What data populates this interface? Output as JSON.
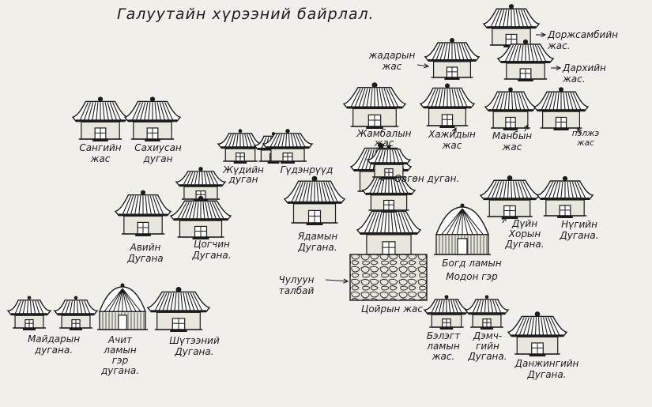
{
  "title": "Галуутайн хүрээний байрлал.",
  "colors": {
    "paper": "#f1efe9",
    "ink": "#1c1c1c",
    "wall": "#e9e6de"
  },
  "labels": {
    "sangiin": [
      "Сангийн",
      "жас"
    ],
    "sakhiusan": [
      "Сахиусан",
      "дуган"
    ],
    "zhudiin": [
      "Жүдийн",
      "дуган"
    ],
    "gudenruud": [
      "Гүдэнрүүд"
    ],
    "dorjsambuu": [
      "Доржсамбийн",
      "жас."
    ],
    "darkhiin": [
      "Дархийн",
      "жас."
    ],
    "zhadaryn": [
      "жадарын",
      "жас"
    ],
    "zhambalyn": [
      "Жамбалын",
      "жас"
    ],
    "khazhidyn": [
      "Хажидын",
      "жас"
    ],
    "manbyn": [
      "Манбын",
      "жас"
    ],
    "palzhe": [
      "пэлжэ",
      "жас"
    ],
    "ovgon": [
      "Өвгөн дуган."
    ],
    "aviin": [
      "Авийн",
      "Дугана"
    ],
    "tsogchin": [
      "Цогчин",
      "Дугана."
    ],
    "yadamyn": [
      "Ядамын",
      "Дугана."
    ],
    "duinkhor": [
      "Дүйн",
      "Хорын",
      "Дугана."
    ],
    "nugiin": [
      "Нүгийн",
      "Дугана."
    ],
    "bogd": [
      "Богд ламын",
      "Модон гэр"
    ],
    "chuluun": [
      "Чулуун",
      "талбай"
    ],
    "tsoiryn": [
      "Цойрын жас"
    ],
    "maidaryn": [
      "Майдарын",
      "дугана."
    ],
    "achit": [
      "Ачит",
      "ламын",
      "гэр",
      "дугана."
    ],
    "shutee": [
      "Шүтээний",
      "Дугана."
    ],
    "beleg": [
      "Бэлэгт",
      "ламын",
      "жас."
    ],
    "demchig": [
      "Дэмч-",
      "гийн",
      "Дугана."
    ],
    "danjin": [
      "Данжингийн",
      "Дугана."
    ]
  }
}
